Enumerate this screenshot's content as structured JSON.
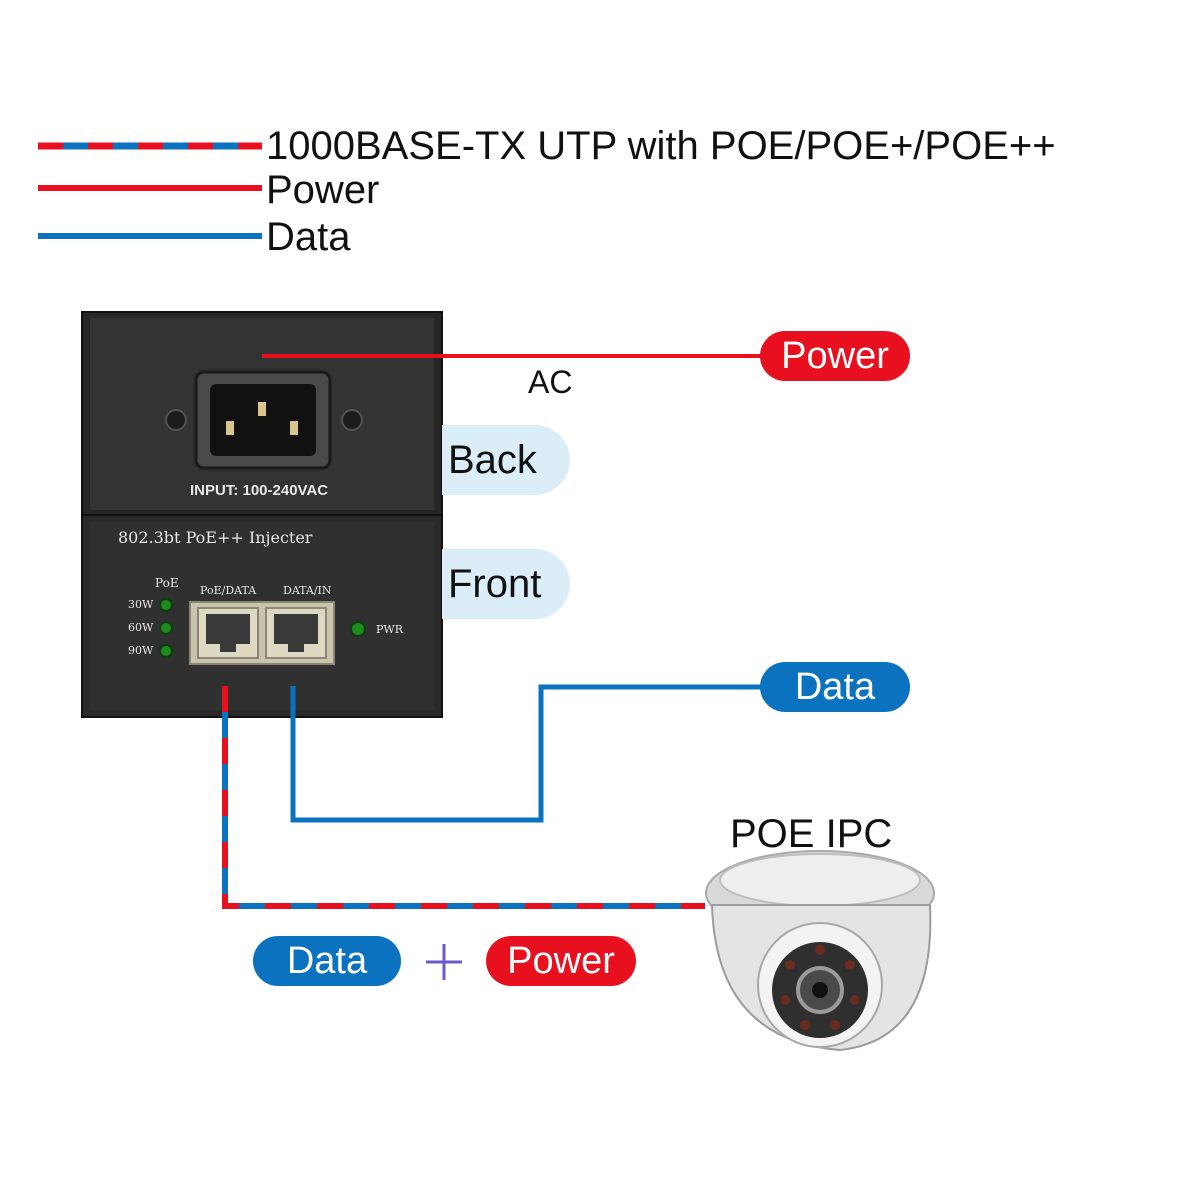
{
  "legend": {
    "poe": "1000BASE-TX UTP with POE/POE+/POE++",
    "power": "Power",
    "data": "Data"
  },
  "back_panel": {
    "input_label": "INPUT: 100-240VAC",
    "ac_label": "AC",
    "power_pill": "Power",
    "side_label": "Back"
  },
  "front_panel": {
    "model_label": "802.3bt PoE++ Injecter",
    "side_label": "Front",
    "poe_header": "PoE",
    "led_30": "30W",
    "led_60": "60W",
    "led_90": "90W",
    "port1_label": "PoE/DATA",
    "port2_label": "DATA/IN",
    "pwr_label": "PWR"
  },
  "data_pill": "Data",
  "camera": {
    "title": "POE IPC"
  },
  "bottom": {
    "data_pill": "Data",
    "plus": "+",
    "power_pill": "Power"
  },
  "colors": {
    "power": "#e8101e",
    "data": "#0b72bf",
    "side_label_bg": "#dbeef8",
    "device": "#2b2b2b"
  }
}
